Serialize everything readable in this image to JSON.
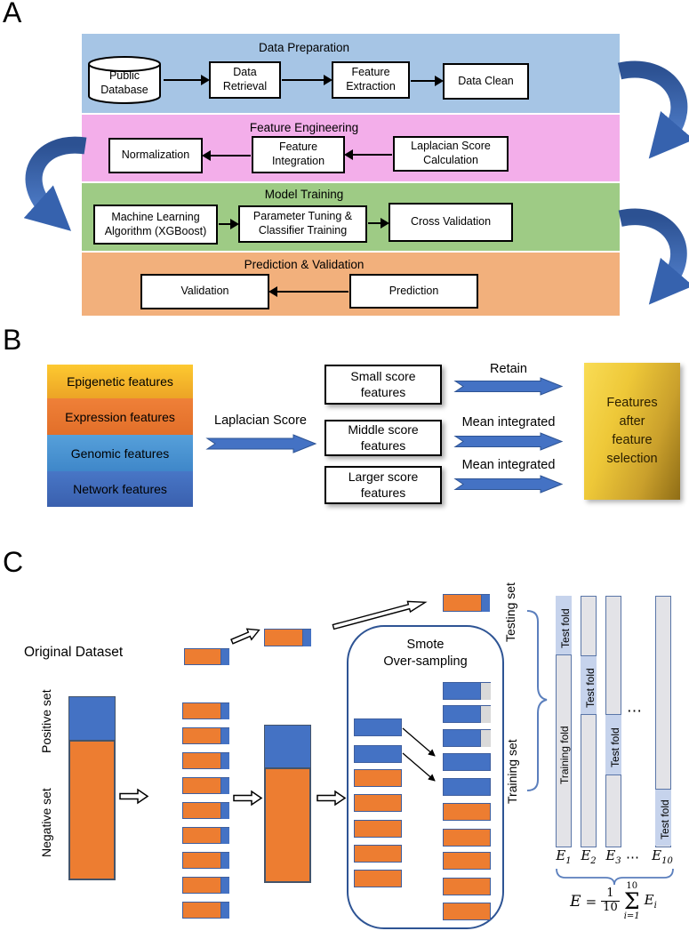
{
  "colors": {
    "band_blue": "#a6c5e5",
    "band_pink": "#f3aeea",
    "band_green": "#9ecb85",
    "band_orange": "#f2b07c",
    "accent_blue": "#4472c4",
    "accent_orange": "#ed7d31",
    "arrow_blue": "#3b67b5",
    "gold": "#e8b62c",
    "gray_tip": "#d9d9d9",
    "fold_fill": "#e3e3e7",
    "test_fold_fill": "#c6d3ec"
  },
  "panel_a": {
    "label": "A",
    "bands": [
      {
        "title": "Data Preparation",
        "boxes": [
          "Public\nDatabase",
          "Data\nRetrieval",
          "Feature\nExtraction",
          "Data Clean"
        ]
      },
      {
        "title": "Feature Engineering",
        "boxes": [
          "Normalization",
          "Feature\nIntegration",
          "Laplacian Score\nCalculation"
        ]
      },
      {
        "title": "Model Training",
        "boxes": [
          "Machine Learning\nAlgorithm (XGBoost)",
          "Parameter Tuning &\nClassifier Training",
          "Cross Validation"
        ]
      },
      {
        "title": "Prediction & Validation",
        "boxes": [
          "Validation",
          "Prediction"
        ]
      }
    ]
  },
  "panel_b": {
    "label": "B",
    "features": [
      "Epigenetic features",
      "Expression features",
      "Genomic features",
      "Network features"
    ],
    "laplacian_label": "Laplacian Score",
    "score_boxes": [
      "Small score\nfeatures",
      "Middle score\nfeatures",
      "Larger score\nfeatures"
    ],
    "arrow_labels": [
      "Retain",
      "Mean integrated",
      "Mean integrated"
    ],
    "result_label": "Features\nafter\nfeature\nselection"
  },
  "panel_c": {
    "label": "C",
    "original_dataset": "Original Dataset",
    "positive": "Positive set",
    "negative": "Negative set",
    "smote": "Smote\nOver-sampling",
    "testing": "Testing set",
    "training": "Training set",
    "training_fold": "Training fold",
    "folds": [
      {
        "test_label": "Test fold",
        "base": "E",
        "sub": "1"
      },
      {
        "test_label": "Test fold",
        "base": "E",
        "sub": "2"
      },
      {
        "test_label": "Test fold",
        "base": "E",
        "sub": "3"
      },
      {
        "test_label": "Test fold",
        "base": "E",
        "sub": "10"
      }
    ],
    "ellipsis_mid": "⋯",
    "ellipsis_row": "⋯",
    "formula": {
      "lhs": "E",
      "eq": "=",
      "num": "1",
      "den": "10",
      "upper": "10",
      "sigma": "Σ",
      "lower": "i=1",
      "term_base": "E",
      "term_sub": "i"
    }
  }
}
